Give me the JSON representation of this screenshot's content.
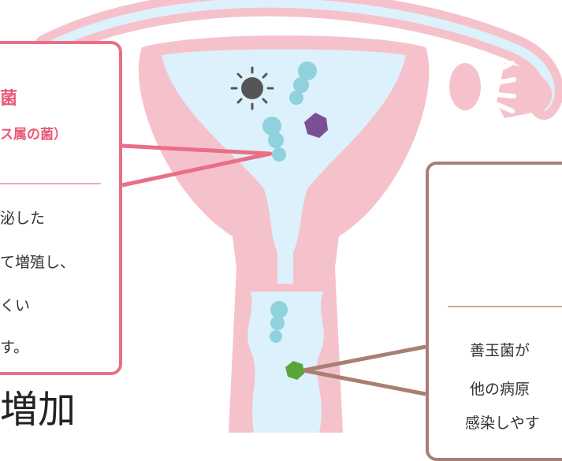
{
  "left_box": {
    "title": "菌",
    "subtitle": "ス属の菌）",
    "body": [
      "泌した",
      "て増殖し、",
      "くい",
      "す。"
    ]
  },
  "right_box": {
    "body": [
      "善玉菌が",
      "他の病原",
      "感染しやす"
    ]
  },
  "bottom_text": "増加",
  "colors": {
    "uterus_pink": "#f5c2cc",
    "uterus_inner": "#dcf1fb",
    "left_accent": "#ea6f86",
    "right_accent": "#a87f72",
    "good_bacteria": "#8fd2dd",
    "bad_gray": "#555555",
    "bad_purple": "#7a4f93",
    "bad_green": "#5aa43c"
  }
}
